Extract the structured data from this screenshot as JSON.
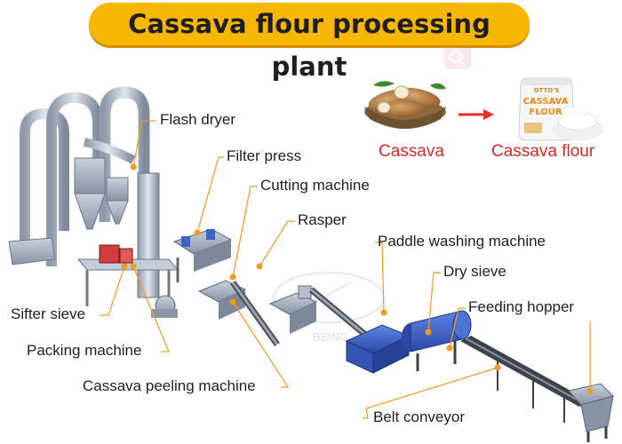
{
  "title": "Cassava flour processing plant",
  "products": {
    "input": "Cassava",
    "output": "Cassava flour",
    "bag_brand": "OTTO'S",
    "bag_title_line1": "CASSAVA",
    "bag_title_line2": "FLOUR"
  },
  "watermark": "BEING",
  "labels": {
    "flash_dryer": "Flash dryer",
    "filter_press": "Filter press",
    "cutting_machine": "Cutting machine",
    "rasper": "Rasper",
    "paddle_washing_machine": "Paddle washing machine",
    "dry_sieve": "Dry sieve",
    "feeding_hopper": "Feeding hopper",
    "sifter_sieve": "Sifter sieve",
    "packing_machine": "Packing machine",
    "cassava_peeling_machine": "Cassava peeling machine",
    "belt_conveyor": "Belt conveyor"
  },
  "colors": {
    "title_bg": "#f7b600",
    "accent": "#f39a1e",
    "product_text": "#d42a2a",
    "machine_blue": "#3f63c9",
    "machine_grey": "#a9b4c2"
  }
}
